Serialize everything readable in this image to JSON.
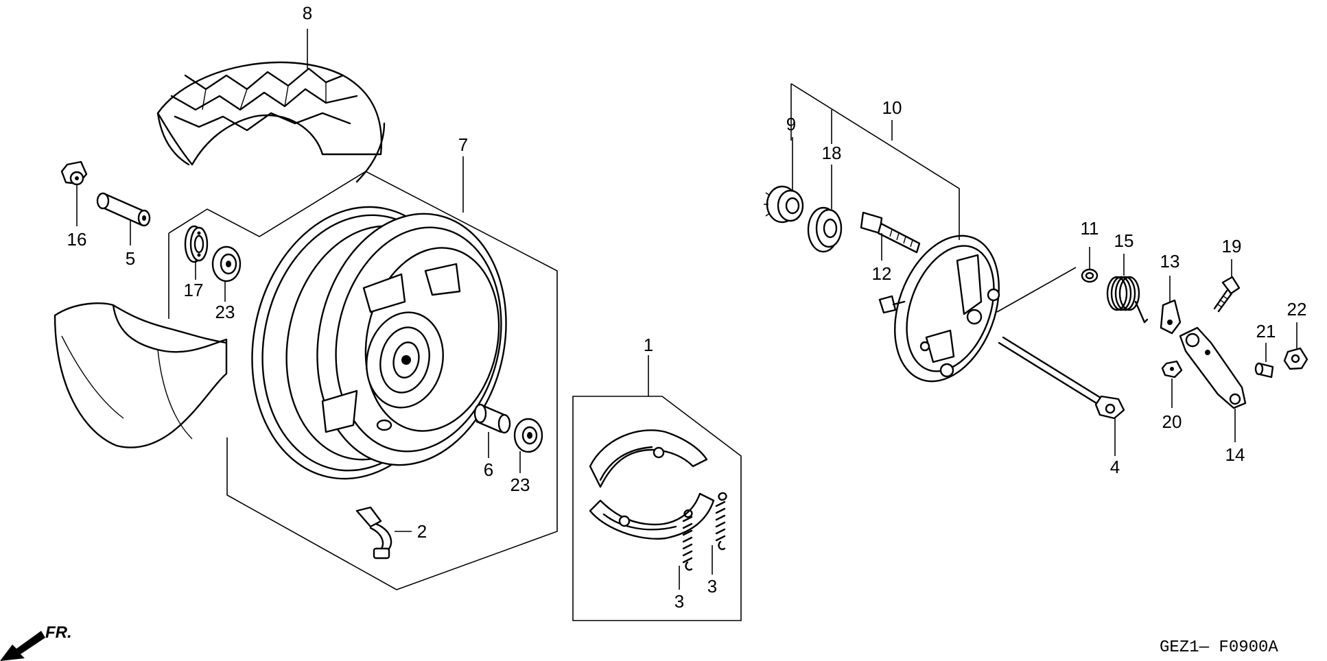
{
  "diagram": {
    "part_labels": {
      "p1": "1",
      "p2": "2",
      "p3a": "3",
      "p3b": "3",
      "p4": "4",
      "p5": "5",
      "p6": "6",
      "p7": "7",
      "p8": "8",
      "p9": "9",
      "p10": "10",
      "p11": "11",
      "p12": "12",
      "p13": "13",
      "p14": "14",
      "p15": "15",
      "p16": "16",
      "p17": "17",
      "p18": "18",
      "p19": "19",
      "p20": "20",
      "p21": "21",
      "p22": "22",
      "p23a": "23",
      "p23b": "23"
    },
    "front_marker": "FR.",
    "figure_code": "GEZ1— F0900A"
  }
}
